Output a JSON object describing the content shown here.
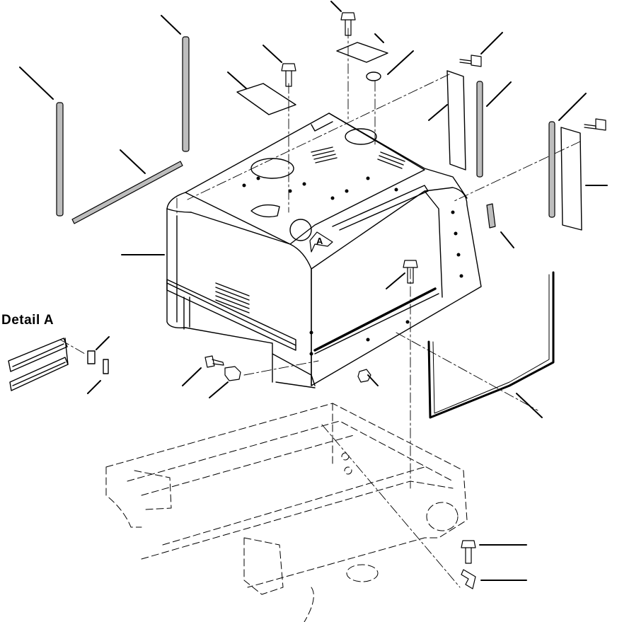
{
  "diagram": {
    "detail_label": "Detail  A",
    "callout_letter": "A",
    "colors": {
      "line": "#000000",
      "background": "#ffffff",
      "rubber_fill": "#bdbdbd"
    },
    "leader_line_count": 26
  }
}
